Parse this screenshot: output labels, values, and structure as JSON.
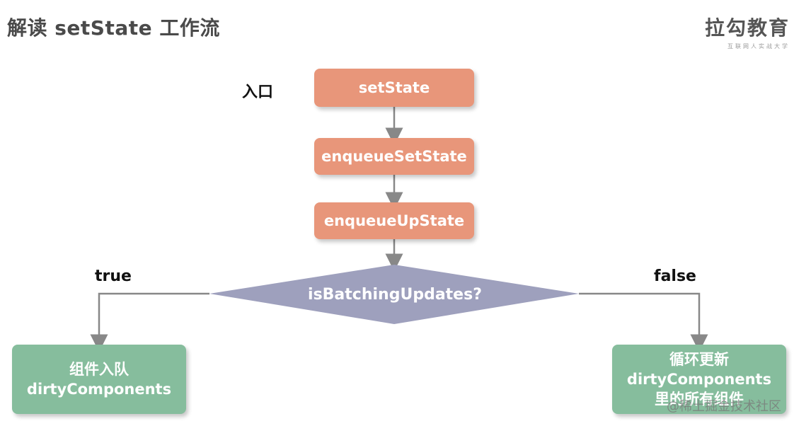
{
  "header": {
    "title": "解读 setState 工作流",
    "logo_main": "拉勾教育",
    "logo_sub": "互联网人实战大学"
  },
  "flow": {
    "entry_label": "入口",
    "step1": "setState",
    "step2": "enqueueSetState",
    "step3": "enqueueUpState",
    "decision": "isBatchingUpdates?",
    "true_label": "true",
    "false_label": "false",
    "true_box_line1": "组件入队",
    "true_box_line2": "dirtyComponents",
    "false_box_line1": "循环更新",
    "false_box_line2": "dirtyComponents",
    "false_box_line3": "里的所有组件"
  },
  "watermark": "@稀土掘金技术社区",
  "colors": {
    "orange": "#e8967a",
    "green": "#86bd9d",
    "diamond": "#9ea0bd",
    "connector": "#888888"
  }
}
